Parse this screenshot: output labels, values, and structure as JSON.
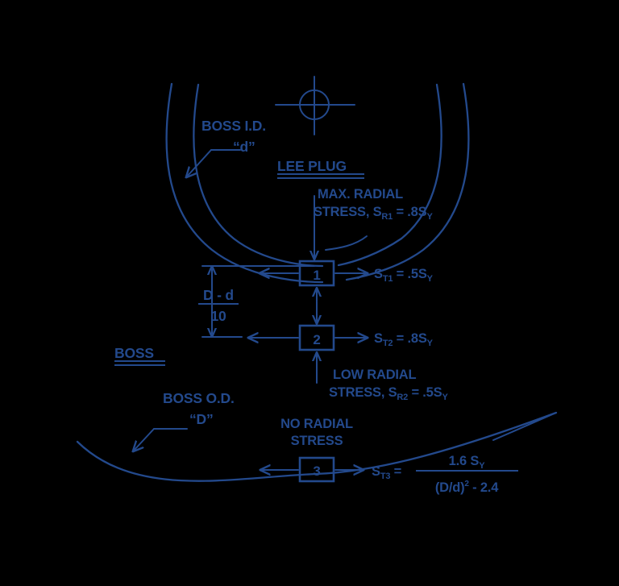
{
  "diagram": {
    "title_lee_plug": "LEE PLUG",
    "title_boss": "BOSS",
    "accent_color": "#23498c",
    "background_color": "#000000",
    "callouts": {
      "boss_id_line1": "BOSS I.D.",
      "boss_id_line2": "“d”",
      "boss_od_line1": "BOSS O.D.",
      "boss_od_line2": "“D”",
      "max_radial_line1": "MAX. RADIAL",
      "max_radial_line2_a": "STRESS,  S",
      "max_radial_sub": "R1",
      "max_radial_line2_b": " = .8S",
      "max_radial_sub2": "Y",
      "low_radial_line1": "LOW RADIAL",
      "low_radial_line2_a": "STRESS,  S",
      "low_radial_sub": "R2",
      "low_radial_line2_b": " = .5S",
      "low_radial_sub2": "Y",
      "no_radial_line1": "NO RADIAL",
      "no_radial_line2": "STRESS"
    },
    "dimension": {
      "numerator": "D - d",
      "denominator": "10"
    },
    "zones": [
      {
        "id": "1",
        "box_label": "1",
        "tangential_symbol": "S",
        "tangential_sub": "T1",
        "tangential_value": " = .5S",
        "tangential_value_sub": "Y"
      },
      {
        "id": "2",
        "box_label": "2",
        "tangential_symbol": "S",
        "tangential_sub": "T2",
        "tangential_value": " = .8S",
        "tangential_value_sub": "Y"
      },
      {
        "id": "3",
        "box_label": "3",
        "tangential_symbol": "S",
        "tangential_sub": "T3",
        "tangential_value": "  =",
        "tangential_value_sub": ""
      }
    ],
    "formula": {
      "numerator_a": "1.6 S",
      "numerator_sub": "Y",
      "denominator_a": "(D/d)",
      "denominator_sup": "2",
      "denominator_b": " - 2.4"
    }
  }
}
